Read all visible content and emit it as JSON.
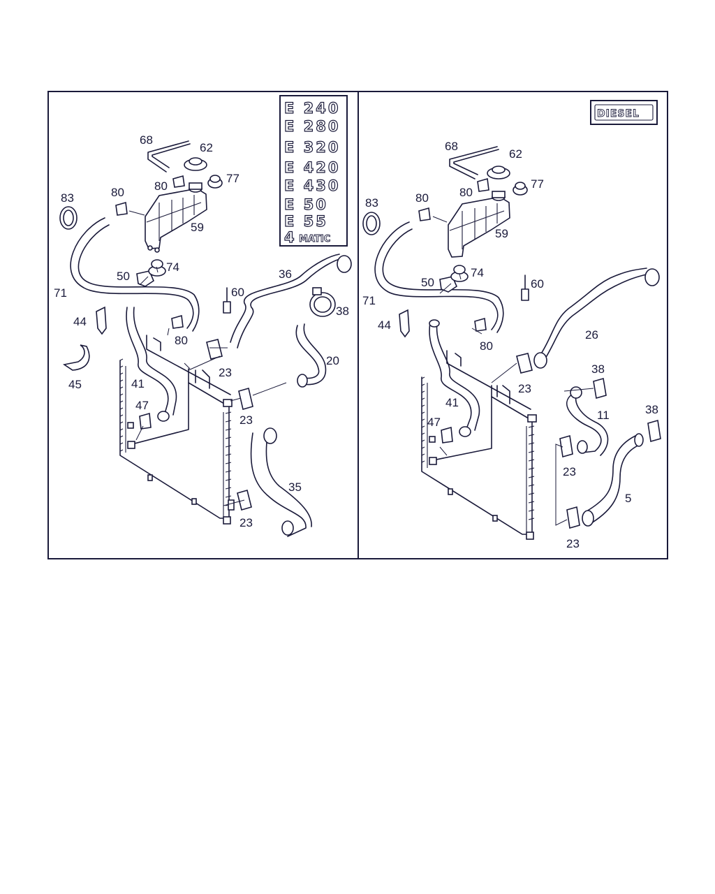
{
  "left_panel": {
    "model_badges": [
      "E 240",
      "E 280",
      "E 320",
      "E 420",
      "E 430",
      "E 50",
      "E 55"
    ],
    "matic_badge": {
      "number": "4",
      "word": "MATIC"
    },
    "callouts": [
      "68",
      "62",
      "80",
      "77",
      "83",
      "80",
      "59",
      "50",
      "74",
      "71",
      "36",
      "60",
      "44",
      "80",
      "38",
      "23",
      "20",
      "45",
      "41",
      "23",
      "47",
      "35",
      "23"
    ]
  },
  "right_panel": {
    "badge": "DIESEL",
    "callouts": [
      "68",
      "62",
      "80",
      "77",
      "83",
      "80",
      "59",
      "50",
      "74",
      "60",
      "71",
      "44",
      "80",
      "26",
      "23",
      "38",
      "41",
      "11",
      "47",
      "38",
      "23",
      "5",
      "23"
    ]
  }
}
